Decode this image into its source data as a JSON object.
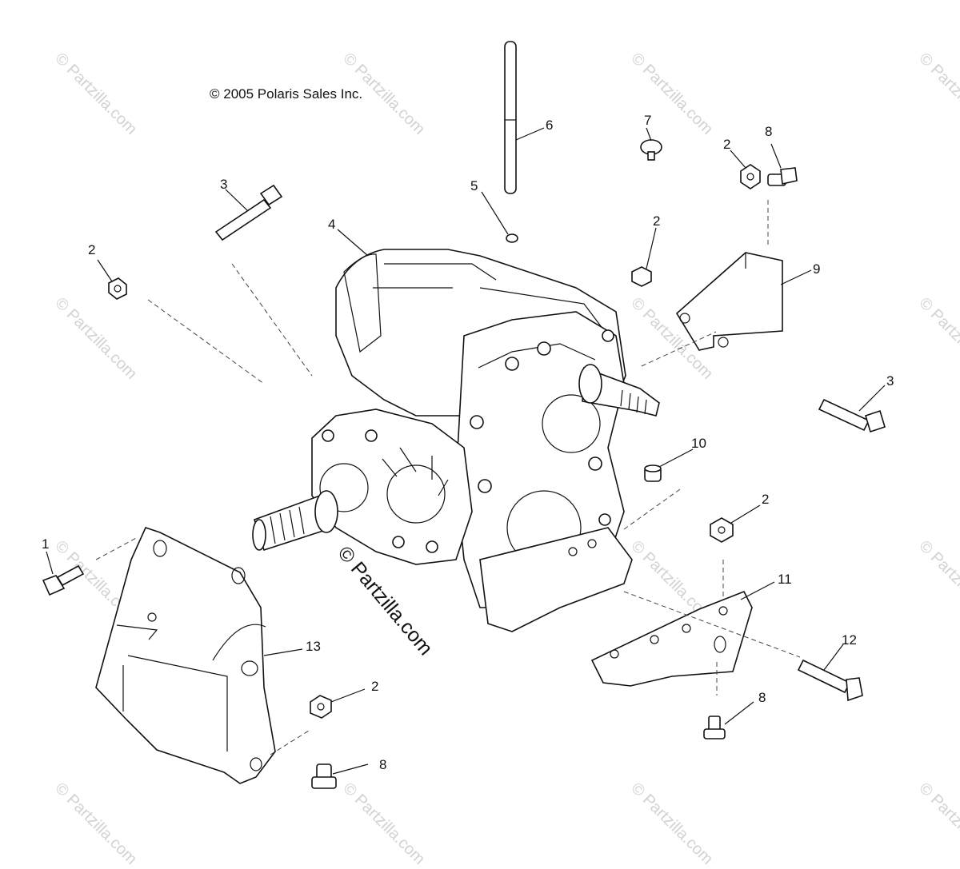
{
  "copyright": "© 2005 Polaris Sales Inc.",
  "watermark": "© Partzilla.com",
  "center_watermark": "© Partzilla.com",
  "callouts": {
    "c1": "1",
    "c2a": "2",
    "c2b": "2",
    "c2c": "2",
    "c2d": "2",
    "c2e": "2",
    "c3a": "3",
    "c3b": "3",
    "c4": "4",
    "c5": "5",
    "c6": "6",
    "c7": "7",
    "c8a": "8",
    "c8b": "8",
    "c8c": "8",
    "c9": "9",
    "c10": "10",
    "c11": "11",
    "c12": "12",
    "c13": "13"
  },
  "colors": {
    "line": "#111111",
    "watermark": "#d2d2d2",
    "background": "#ffffff"
  }
}
